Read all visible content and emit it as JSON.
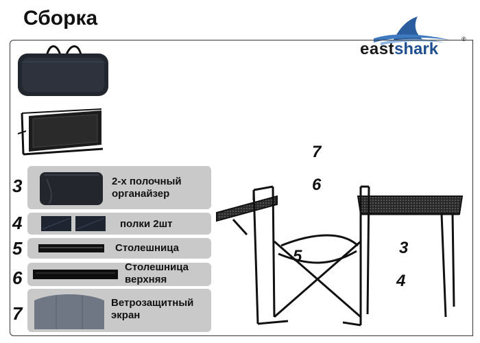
{
  "title": "Сборка",
  "logo": {
    "east": "east",
    "shark": "shark",
    "reg": "®",
    "colors": {
      "fin": "#2c5d9e",
      "wave": "#3f7ac0",
      "shark_text": "#1f4f8f"
    }
  },
  "items": [
    {
      "number": "3",
      "label_line1": "2-х полочный",
      "label_line2": "органайзер"
    },
    {
      "number": "4",
      "label_line1": "полки 2шт",
      "label_line2": ""
    },
    {
      "number": "5",
      "label_line1": "Столешница",
      "label_line2": ""
    },
    {
      "number": "6",
      "label_line1": "Столешница",
      "label_line2": "верхняя"
    },
    {
      "number": "7",
      "label_line1": "Ветрозащитный",
      "label_line2": "экран"
    }
  ],
  "callouts": {
    "c7": "7",
    "c6": "6",
    "c5": "5",
    "c3": "3",
    "c4": "4"
  },
  "icons": [
    "carry-bag-icon",
    "folded-frame-icon",
    "organizer-icon",
    "shelves-icon",
    "tabletop-icon",
    "upper-tabletop-icon",
    "windscreen-icon",
    "camping-stand-icon",
    "shark-fin-logo-icon"
  ]
}
